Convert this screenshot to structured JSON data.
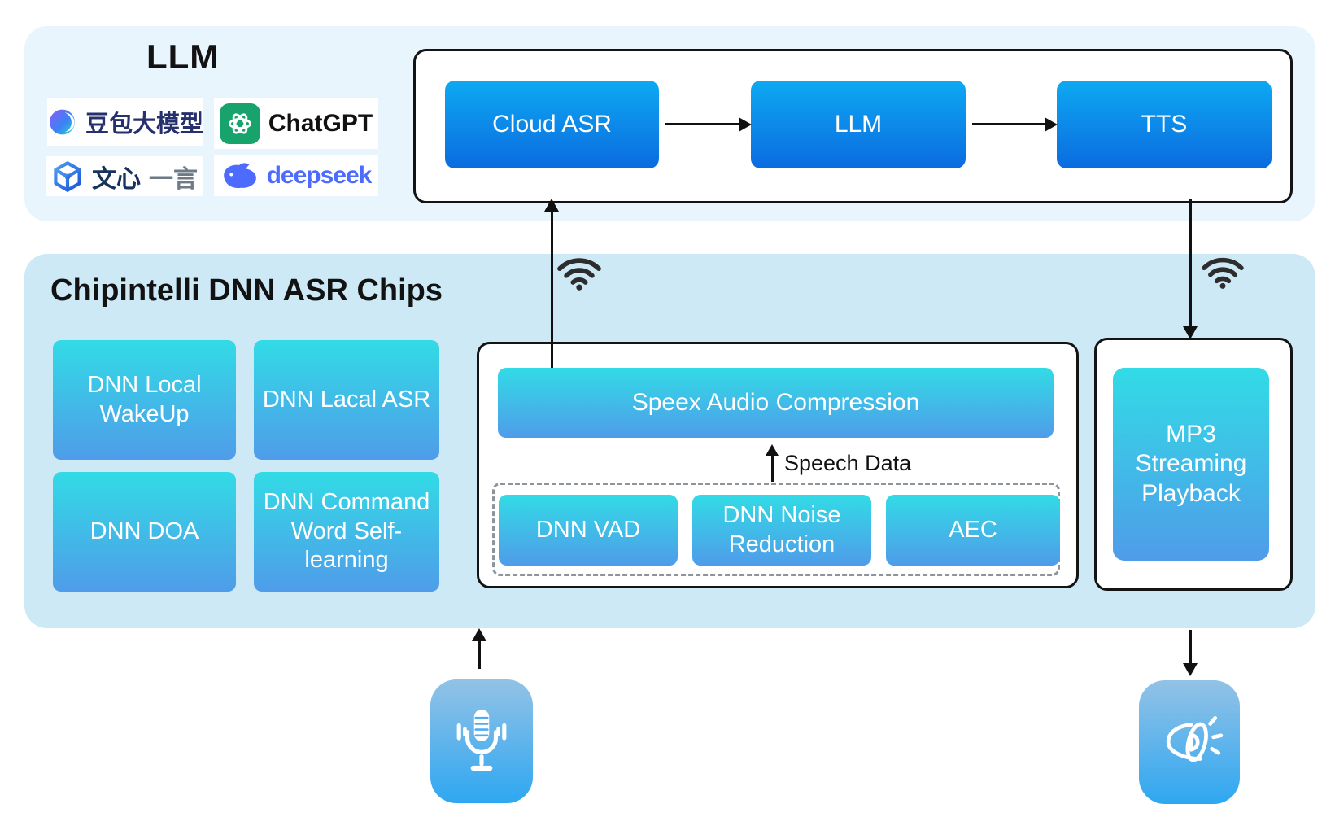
{
  "llm_section": {
    "title": "LLM",
    "logos": {
      "doubao": {
        "label": "豆包大模型"
      },
      "chatgpt": {
        "label": "ChatGPT"
      },
      "wenxin": {
        "label_primary": "文心",
        "label_secondary": "一言"
      },
      "deepseek": {
        "label": "deepseek"
      }
    },
    "pipeline": {
      "nodes": [
        "Cloud ASR",
        "LLM",
        "TTS"
      ]
    }
  },
  "chip_section": {
    "title": "Chipintelli DNN ASR Chips",
    "feature_boxes": [
      "DNN Local WakeUp",
      "DNN Lacal ASR",
      "DNN DOA",
      "DNN Command Word Self-learning"
    ],
    "audio_processing": {
      "compression_label": "Speex Audio Compression",
      "speech_data_label": "Speech Data",
      "frontend_modules": [
        "DNN VAD",
        "DNN Noise Reduction",
        "AEC"
      ]
    },
    "playback_label": "MP3 Streaming Playback"
  },
  "icons": {
    "wifi_uplink": "wifi-icon",
    "wifi_downlink": "wifi-icon",
    "microphone": "microphone-icon",
    "speaker": "speaker-icon"
  },
  "colors": {
    "top_panel_bg": "#E9F5FC",
    "chip_panel_bg": "#CDE9F6",
    "pipeline_gradient_top": "#0DA9F2",
    "pipeline_gradient_bottom": "#0B6BE0",
    "cyan_gradient_top": "#32DBE6",
    "cyan_gradient_bottom": "#4F9CE9",
    "device_gradient_top": "#93C2E6",
    "device_gradient_bottom": "#2EA7F1",
    "frame_border": "#141414",
    "dashed_border": "#8D959C",
    "chatgpt_green": "#17A36B",
    "deepseek_blue": "#4D6BFE",
    "doubao_text": "#27306E",
    "wenxin_primary": "#17335C",
    "wenxin_secondary": "#6E7B87"
  }
}
